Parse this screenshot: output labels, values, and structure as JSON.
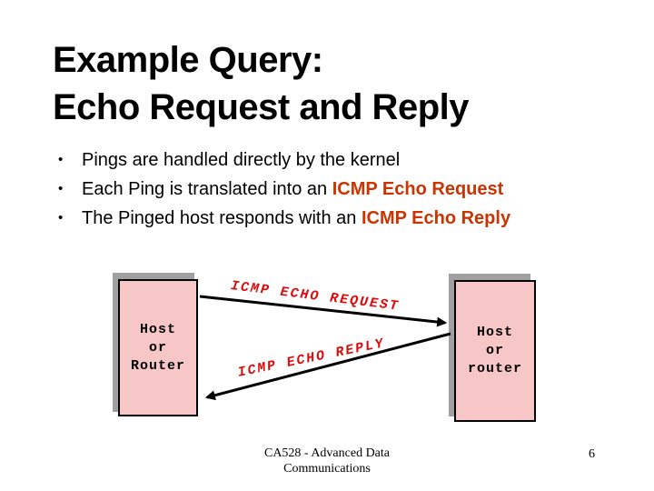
{
  "slide": {
    "title_line1": "Example Query:",
    "title_line2": "Echo Request and Reply",
    "bullet_char": "•",
    "bullets": [
      {
        "text": "Pings are handled directly by the kernel",
        "highlight": ""
      },
      {
        "text": "Each Ping is translated into an ",
        "highlight": "ICMP Echo Request"
      },
      {
        "text": "The Pinged host responds with an ",
        "highlight": "ICMP Echo Reply"
      }
    ],
    "diagram": {
      "left_box": {
        "lines": [
          "Host",
          "or",
          "Router"
        ]
      },
      "right_box": {
        "lines": [
          "Host",
          "or",
          "router"
        ]
      },
      "request_label": "ICMP ECHO REQUEST",
      "reply_label": "ICMP ECHO REPLY"
    },
    "footer": {
      "line1": "CA528 - Advanced Data",
      "line2": "Communications",
      "page_number": "6"
    },
    "colors": {
      "highlight_red": "#cc3300",
      "arrow_label_red": "#d90d0d",
      "box_pink": "#f7c6c6",
      "shadow_gray": "#a0a0a0"
    }
  }
}
